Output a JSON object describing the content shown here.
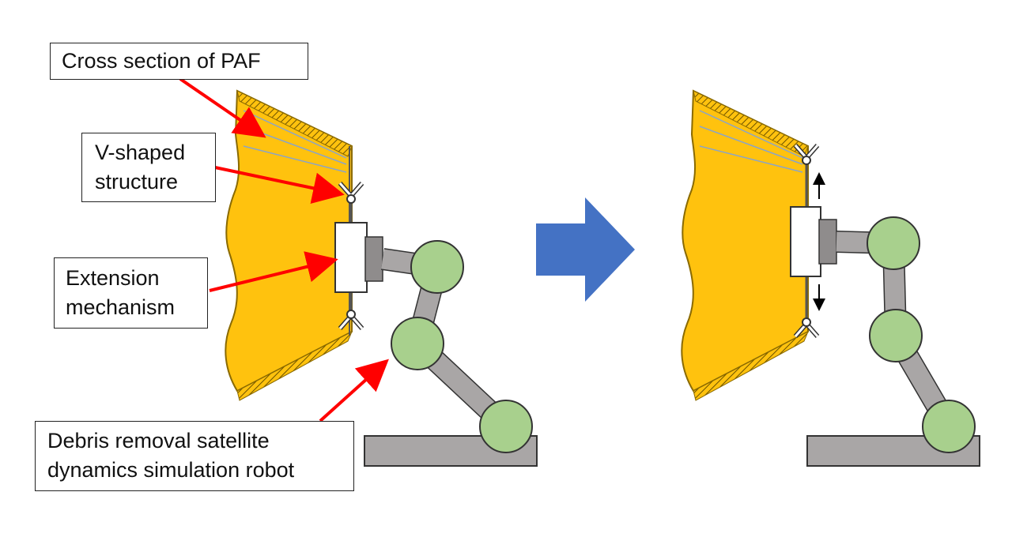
{
  "labels": {
    "paf": "Cross section of PAF",
    "v_structure": [
      "V-shaped",
      "structure"
    ],
    "extension": [
      "Extension",
      "mechanism"
    ],
    "robot": [
      "Debris removal satellite",
      "dynamics simulation robot"
    ]
  },
  "colors": {
    "paf_fill": "#FFC20E",
    "paf_hatch": "#B98B00",
    "arm_gray": "#A9A6A6",
    "joint_green": "#A8D08D",
    "arrow_red": "#FF0000",
    "transition_arrow": "#4472C4"
  }
}
